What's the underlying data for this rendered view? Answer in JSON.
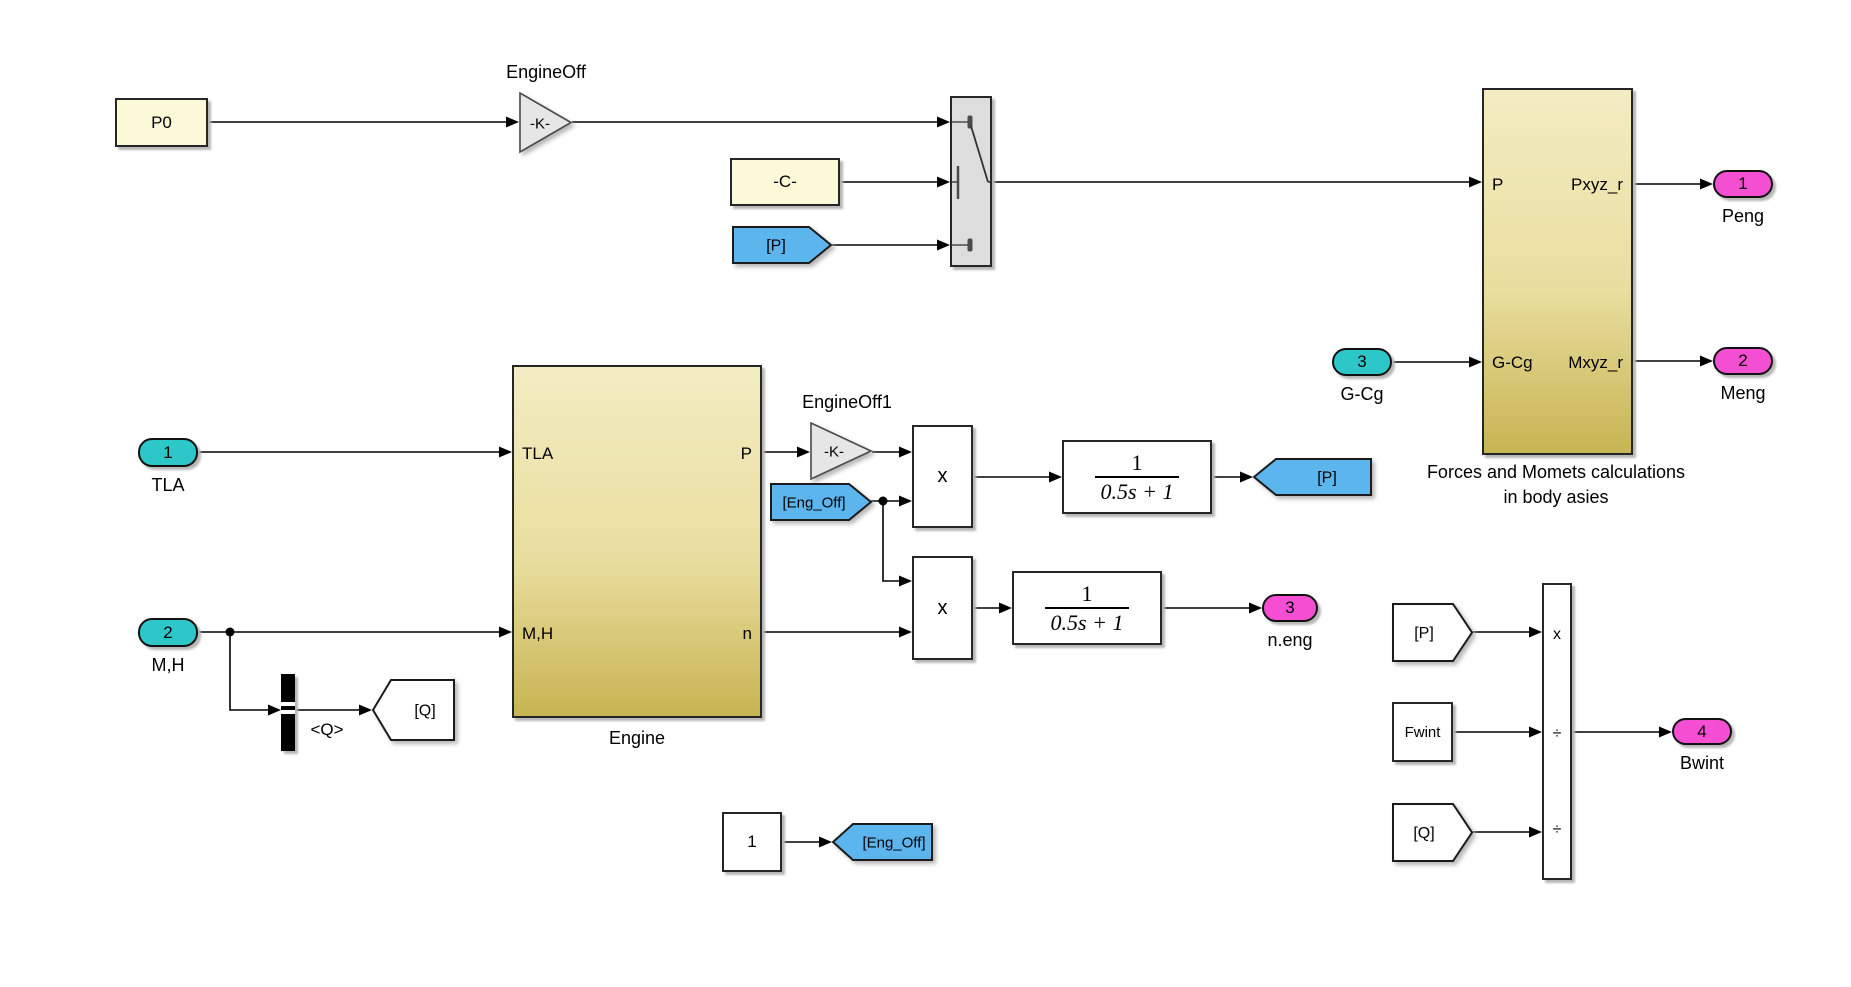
{
  "colors": {
    "constant_yellow": "#FCF9D8",
    "tag_blue": "#5CB5EC",
    "inport_teal": "#2EC7C9",
    "outport_magenta": "#F44FD3",
    "gain_gray": "#E6E6E6",
    "switch_gray": "#DDDDDD",
    "subsystem_gold_top": "#F3ECC2",
    "subsystem_gold_bottom": "#C7B452",
    "wire_black": "#000000"
  },
  "blocks": {
    "p0": {
      "label": "P0"
    },
    "engineoff_gain": {
      "name": "EngineOff",
      "value": "-K-"
    },
    "c_const": {
      "label": "-C-"
    },
    "p_from_top": {
      "label": "[P]"
    },
    "forces_subsystem": {
      "port_p": "P",
      "port_gcg": "G-Cg",
      "port_pxyz": "Pxyz_r",
      "port_mxyz": "Mxyz_r",
      "name_line1": "Forces and Momets calculations",
      "name_line2": "in body asies"
    },
    "engine_subsystem": {
      "name": "Engine",
      "port_tla": "TLA",
      "port_mh": "M,H",
      "port_p": "P",
      "port_n": "n"
    },
    "engineoff1_gain": {
      "name": "EngineOff1",
      "value": "-K-"
    },
    "eng_off_from": {
      "label": "[Eng_Off]"
    },
    "product1": {
      "label": "x"
    },
    "product2": {
      "label": "x"
    },
    "tf1": {
      "numerator": "1",
      "denominator": "0.5s + 1"
    },
    "tf2": {
      "numerator": "1",
      "denominator": "0.5s + 1"
    },
    "p_goto": {
      "label": "[P]"
    },
    "selector": {
      "signal_label": "<Q>"
    },
    "q_goto": {
      "label": "[Q]"
    },
    "one_const": {
      "label": "1"
    },
    "eng_off_goto": {
      "label": "[Eng_Off]"
    },
    "p_from_bottom": {
      "label": "[P]"
    },
    "fwint_const": {
      "label": "Fwint"
    },
    "q_from_bottom": {
      "label": "[Q]"
    },
    "divide": {
      "port_top": "x",
      "port_mid": "÷",
      "port_bottom": "÷"
    }
  },
  "ports": {
    "in_tla": {
      "number": "1",
      "label": "TLA"
    },
    "in_mh": {
      "number": "2",
      "label": "M,H"
    },
    "in_gcg": {
      "number": "3",
      "label": "G-Cg"
    },
    "out_peng": {
      "number": "1",
      "label": "Peng"
    },
    "out_meng": {
      "number": "2",
      "label": "Meng"
    },
    "out_neng": {
      "number": "3",
      "label": "n.eng"
    },
    "out_bwint": {
      "number": "4",
      "label": "Bwint"
    }
  }
}
